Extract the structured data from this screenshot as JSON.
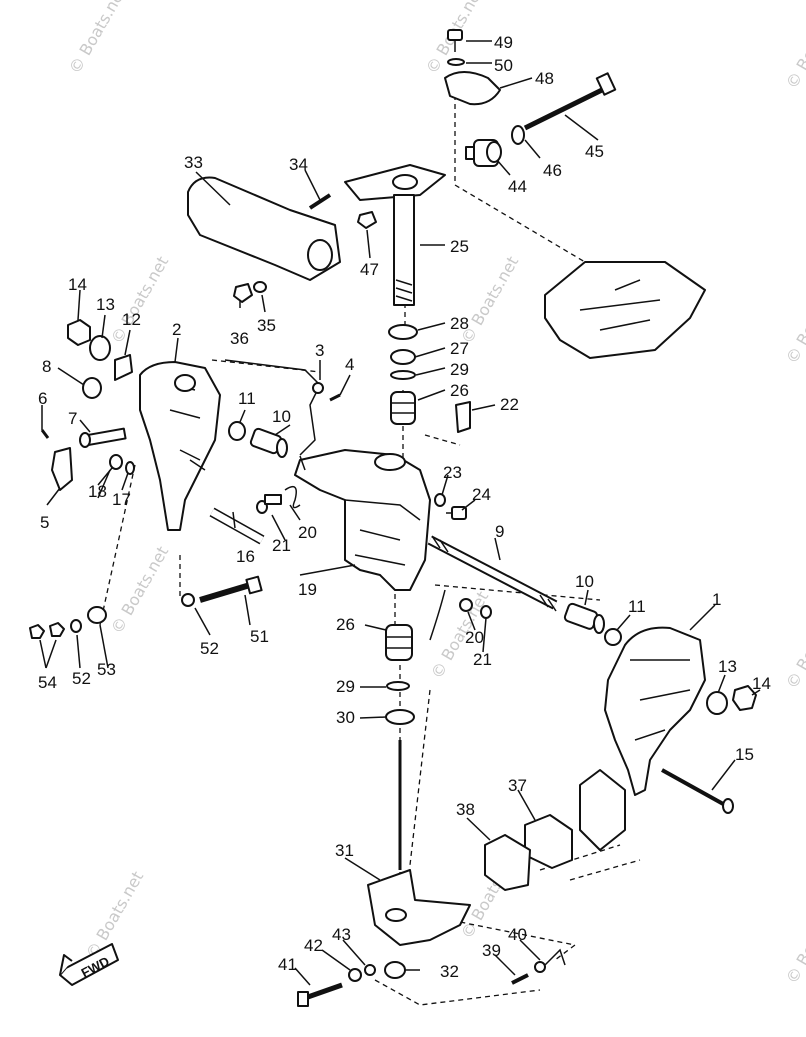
{
  "labels": {
    "p1": "1",
    "p2": "2",
    "p3": "3",
    "p4": "4",
    "p5": "5",
    "p6": "6",
    "p7": "7",
    "p8": "8",
    "p9": "9",
    "p10a": "10",
    "p10b": "10",
    "p11a": "11",
    "p11b": "11",
    "p12": "12",
    "p13a": "13",
    "p13b": "13",
    "p14a": "14",
    "p14b": "14",
    "p15": "15",
    "p16": "16",
    "p17": "17",
    "p18": "18",
    "p19": "19",
    "p20a": "20",
    "p20b": "20",
    "p21a": "21",
    "p21b": "21",
    "p22": "22",
    "p23": "23",
    "p24": "24",
    "p25": "25",
    "p26a": "26",
    "p26b": "26",
    "p27": "27",
    "p28": "28",
    "p29a": "29",
    "p29b": "29",
    "p30": "30",
    "p31": "31",
    "p32": "32",
    "p33": "33",
    "p34": "34",
    "p35": "35",
    "p36": "36",
    "p37": "37",
    "p38": "38",
    "p39": "39",
    "p40": "40",
    "p41": "41",
    "p42": "42",
    "p43": "43",
    "p44": "44",
    "p45": "45",
    "p46": "46",
    "p47": "47",
    "p48": "48",
    "p49": "49",
    "p50": "50",
    "p51": "51",
    "p52a": "52",
    "p52b": "52",
    "p53": "53",
    "p54": "54"
  },
  "fwd_label": "FWD",
  "watermark": "© Boats.net"
}
